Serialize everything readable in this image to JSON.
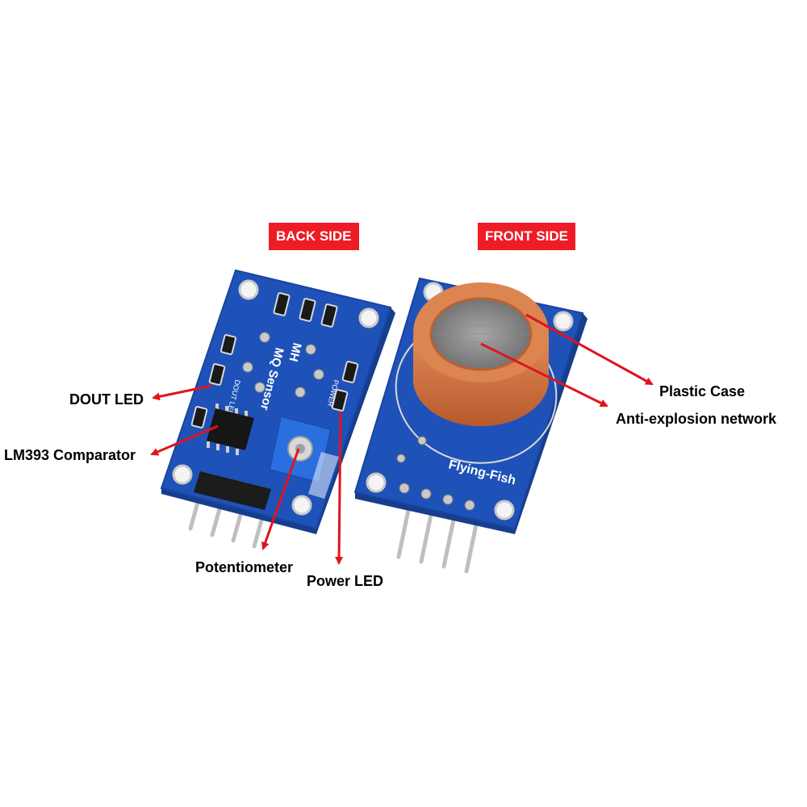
{
  "headers": {
    "back": "BACK SIDE",
    "front": "FRONT SIDE"
  },
  "labels": {
    "dout_led": "DOUT LED",
    "comparator": "LM393 Comparator",
    "potentiometer": "Potentiometer",
    "power_led": "Power LED",
    "plastic_case": "Plastic Case",
    "anti_explosion": "Anti-explosion network"
  },
  "board_text": {
    "back_silkscreen_1": "MQ Sensor",
    "back_silkscreen_2": "MH",
    "back_dout": "DOUT LED",
    "back_power": "POWER",
    "front_brand": "Flying-Fish"
  },
  "colors": {
    "tag_bg": "#ee1c25",
    "arrow": "#e0141c",
    "pcb": "#1f52b8",
    "sensor_cap": "#d97a48"
  }
}
